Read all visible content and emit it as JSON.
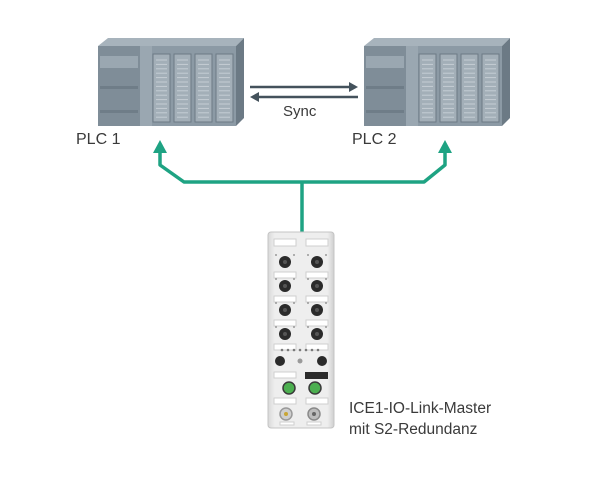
{
  "labels": {
    "plc1": "PLC 1",
    "plc2": "PLC 2",
    "sync": "Sync",
    "device_line1": "ICE1-IO-Link-Master",
    "device_line2": "mit S2-Redundanz"
  },
  "colors": {
    "network_line": "#1ea383",
    "sync_arrow": "#44525c",
    "plc_body": "#8c9aa5",
    "plc_dark": "#6c7a85",
    "plc_top": "#a7b3bc",
    "device_body": "#e6e6e6",
    "device_port": "#2b2b2b",
    "device_green": "#4caf50",
    "text": "#3a3a3a"
  },
  "icons": {
    "plc": "plc-rack-icon",
    "io_master": "io-link-master-icon"
  }
}
